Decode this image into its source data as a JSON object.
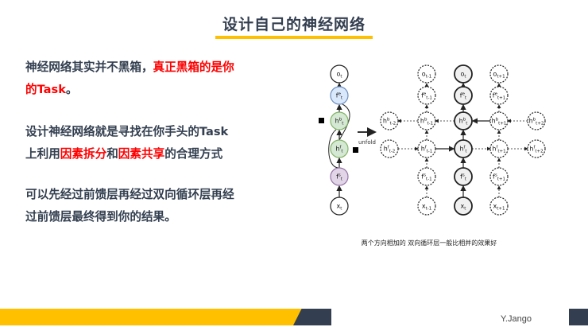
{
  "title": "设计自己的神经网络",
  "paragraphs": {
    "p1": {
      "normal": "神经网络其实并不黑箱，",
      "red_line1": "真正黑箱的是你",
      "red_line2": "的Task",
      "end": "。"
    },
    "p2": {
      "line1": "设计神经网络就是寻找在你手头的Task",
      "pre": "上利用",
      "red1": "因素拆分",
      "mid": "和",
      "red2": "因素共享",
      "post": "的合理方式"
    },
    "p3": {
      "line1": "可以先经过前馈层再经过双向循环层再经",
      "line2": "过前馈层最终得到你的结果。"
    }
  },
  "diagram": {
    "unfold_label": "unfold",
    "colors": {
      "blue": "#dae8fc",
      "blue_stroke": "#6c8ebf",
      "green": "#d5e8d4",
      "green_stroke": "#82b366",
      "purple": "#e1d5e7",
      "purple_stroke": "#9673a6",
      "gray": "#f0f0f0"
    },
    "folded": [
      {
        "b": "o",
        "sup": "",
        "sub": "t",
        "c": "white"
      },
      {
        "b": "f",
        "sup": "e",
        "sub": "t",
        "c": "blue"
      },
      {
        "b": "h",
        "sup": "b",
        "sub": "t",
        "c": "green"
      },
      {
        "b": "h",
        "sup": "f",
        "sub": "t",
        "c": "green"
      },
      {
        "b": "f",
        "sup": "s",
        "sub": "t",
        "c": "purple"
      },
      {
        "b": "x",
        "sup": "",
        "sub": "t",
        "c": "white"
      }
    ],
    "columns": [
      {
        "t": "t-1",
        "solid": false
      },
      {
        "t": "t",
        "solid": true
      },
      {
        "t": "t+1",
        "solid": false
      }
    ],
    "side_nodes": [
      {
        "b": "h",
        "sup": "b",
        "sub": "t-2"
      },
      {
        "b": "h",
        "sup": "f",
        "sub": "t-2"
      },
      {
        "b": "h",
        "sup": "b",
        "sub": "t+2"
      },
      {
        "b": "h",
        "sup": "f",
        "sub": "t+2"
      }
    ]
  },
  "caption": "两个方向相加的 双向循环层一般比相并的效果好",
  "footer": {
    "author": "Y.Jango"
  }
}
